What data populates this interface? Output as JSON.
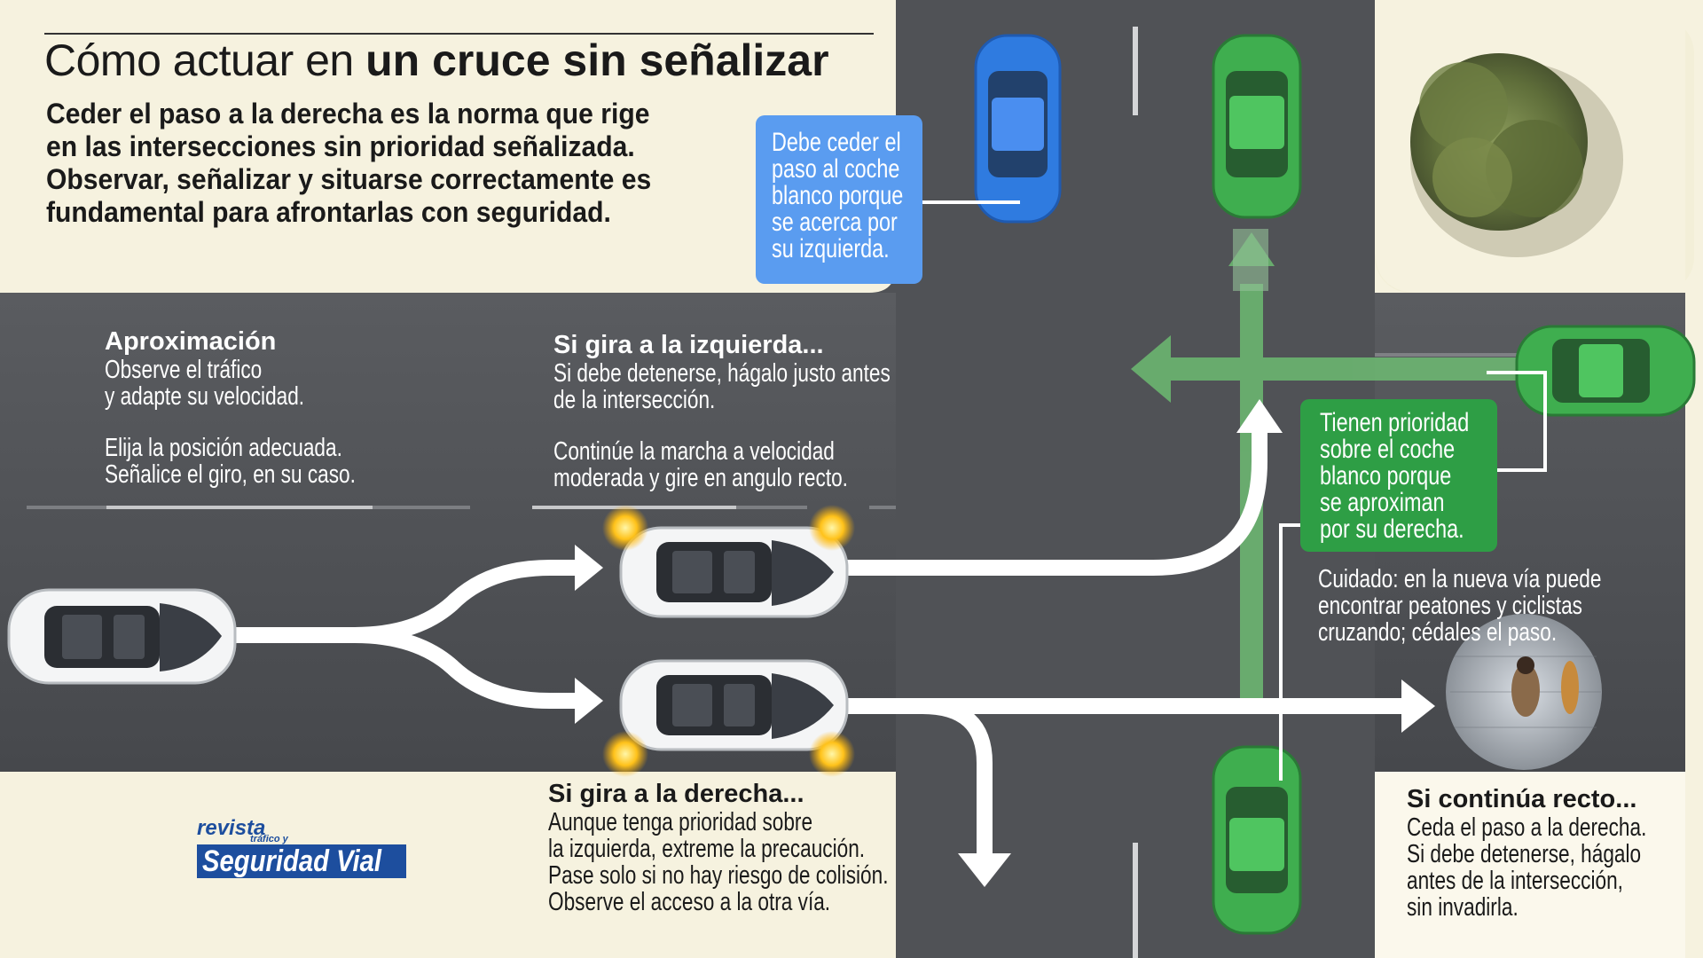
{
  "header": {
    "title_light": "Cómo actuar en ",
    "title_bold": "un cruce sin señalizar",
    "intro_lines": [
      "Ceder el paso a la derecha es la norma que rige",
      "en las intersecciones sin prioridad señalizada.",
      "Observar, señalizar y situarse correctamente es",
      "fundamental para afrontarlas con seguridad."
    ]
  },
  "callouts": {
    "blue": {
      "lines": [
        "Debe ceder el",
        "paso al coche",
        "blanco porque",
        "se acerca por",
        "su izquierda."
      ],
      "color": "#5a9cf0"
    },
    "green": {
      "lines": [
        "Tienen prioridad",
        "sobre el coche",
        "blanco porque",
        "se aproximan",
        "por su derecha."
      ],
      "color": "#2e9e45"
    }
  },
  "sections": {
    "approach": {
      "heading": "Aproximación",
      "lines1": [
        "Observe el tráfico",
        "y adapte su velocidad."
      ],
      "lines2": [
        "Elija la posición adecuada.",
        "Señalice el giro, en su caso."
      ]
    },
    "left_turn": {
      "heading": "Si gira a la izquierda...",
      "lines1": [
        "Si debe detenerse, hágalo justo antes",
        "de la intersección."
      ],
      "lines2": [
        "Continúe la marcha a velocidad",
        "moderada y gire en angulo recto."
      ]
    },
    "caution": {
      "lines": [
        "Cuidado: en la nueva vía puede",
        "encontrar peatones y ciclistas",
        "cruzando; cédales el paso."
      ]
    },
    "right_turn": {
      "heading": "Si gira a la derecha...",
      "lines": [
        "Aunque tenga prioridad sobre",
        "la izquierda, extreme la precaución.",
        "Pase solo si no hay riesgo de colisión.",
        "Observe el acceso a la otra vía."
      ]
    },
    "straight": {
      "heading": "Si continúa recto...",
      "lines": [
        "Ceda el paso a la derecha.",
        "Si debe detenerse, hágalo",
        "antes de la intersección,",
        "sin invadirla."
      ]
    }
  },
  "logo": {
    "line1": "revista",
    "line2": "tráfico y",
    "line3": "Seguridad Vial"
  },
  "colors": {
    "road": "#4d4f53",
    "sidewalk": "#f5f1de",
    "green_car": "#3fae4f",
    "blue_car": "#2f7be0",
    "arrow_green": "#6dbb72"
  }
}
